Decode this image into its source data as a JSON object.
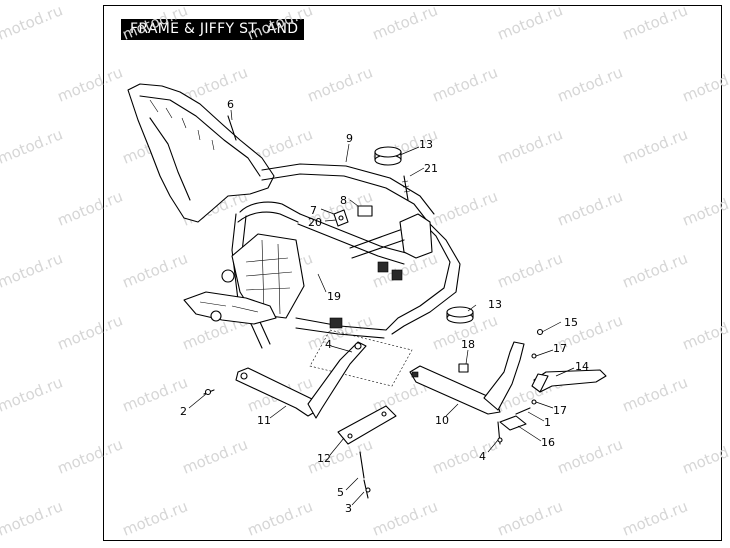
{
  "title": "FRAME & JIFFY ST  AND",
  "watermark": {
    "text": "motod.ru",
    "color": "#d6d6d6"
  },
  "callouts": [
    {
      "id": "6",
      "text": "6"
    },
    {
      "id": "9",
      "text": "9"
    },
    {
      "id": "13a",
      "text": "13"
    },
    {
      "id": "21",
      "text": "21"
    },
    {
      "id": "8",
      "text": "8"
    },
    {
      "id": "7",
      "text": "7"
    },
    {
      "id": "20",
      "text": "20"
    },
    {
      "id": "19",
      "text": "19"
    },
    {
      "id": "13b",
      "text": "13"
    },
    {
      "id": "15",
      "text": "15"
    },
    {
      "id": "18",
      "text": "18"
    },
    {
      "id": "17a",
      "text": "17"
    },
    {
      "id": "14",
      "text": "14"
    },
    {
      "id": "17b",
      "text": "17"
    },
    {
      "id": "1",
      "text": "1"
    },
    {
      "id": "10",
      "text": "10"
    },
    {
      "id": "16",
      "text": "16"
    },
    {
      "id": "4a",
      "text": "4"
    },
    {
      "id": "4b",
      "text": "4"
    },
    {
      "id": "2",
      "text": "2"
    },
    {
      "id": "11",
      "text": "11"
    },
    {
      "id": "12",
      "text": "12"
    },
    {
      "id": "5",
      "text": "5"
    },
    {
      "id": "3",
      "text": "3"
    }
  ]
}
